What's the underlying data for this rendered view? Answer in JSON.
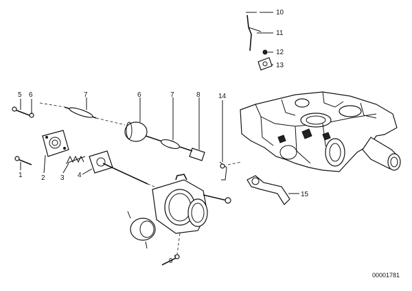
{
  "callouts": [
    {
      "id": "1",
      "label": "1"
    },
    {
      "id": "2",
      "label": "2"
    },
    {
      "id": "3",
      "label": "3"
    },
    {
      "id": "4",
      "label": "4"
    },
    {
      "id": "5",
      "label": "5"
    },
    {
      "id": "6a",
      "label": "6"
    },
    {
      "id": "7a",
      "label": "7"
    },
    {
      "id": "6b",
      "label": "6"
    },
    {
      "id": "7b",
      "label": "7"
    },
    {
      "id": "8",
      "label": "8"
    },
    {
      "id": "10",
      "label": "10"
    },
    {
      "id": "11",
      "label": "11"
    },
    {
      "id": "12",
      "label": "12"
    },
    {
      "id": "13",
      "label": "13"
    },
    {
      "id": "14",
      "label": "14"
    },
    {
      "id": "15",
      "label": "15"
    },
    {
      "id": "9",
      "label": "9"
    }
  ],
  "document_number": "00001781"
}
